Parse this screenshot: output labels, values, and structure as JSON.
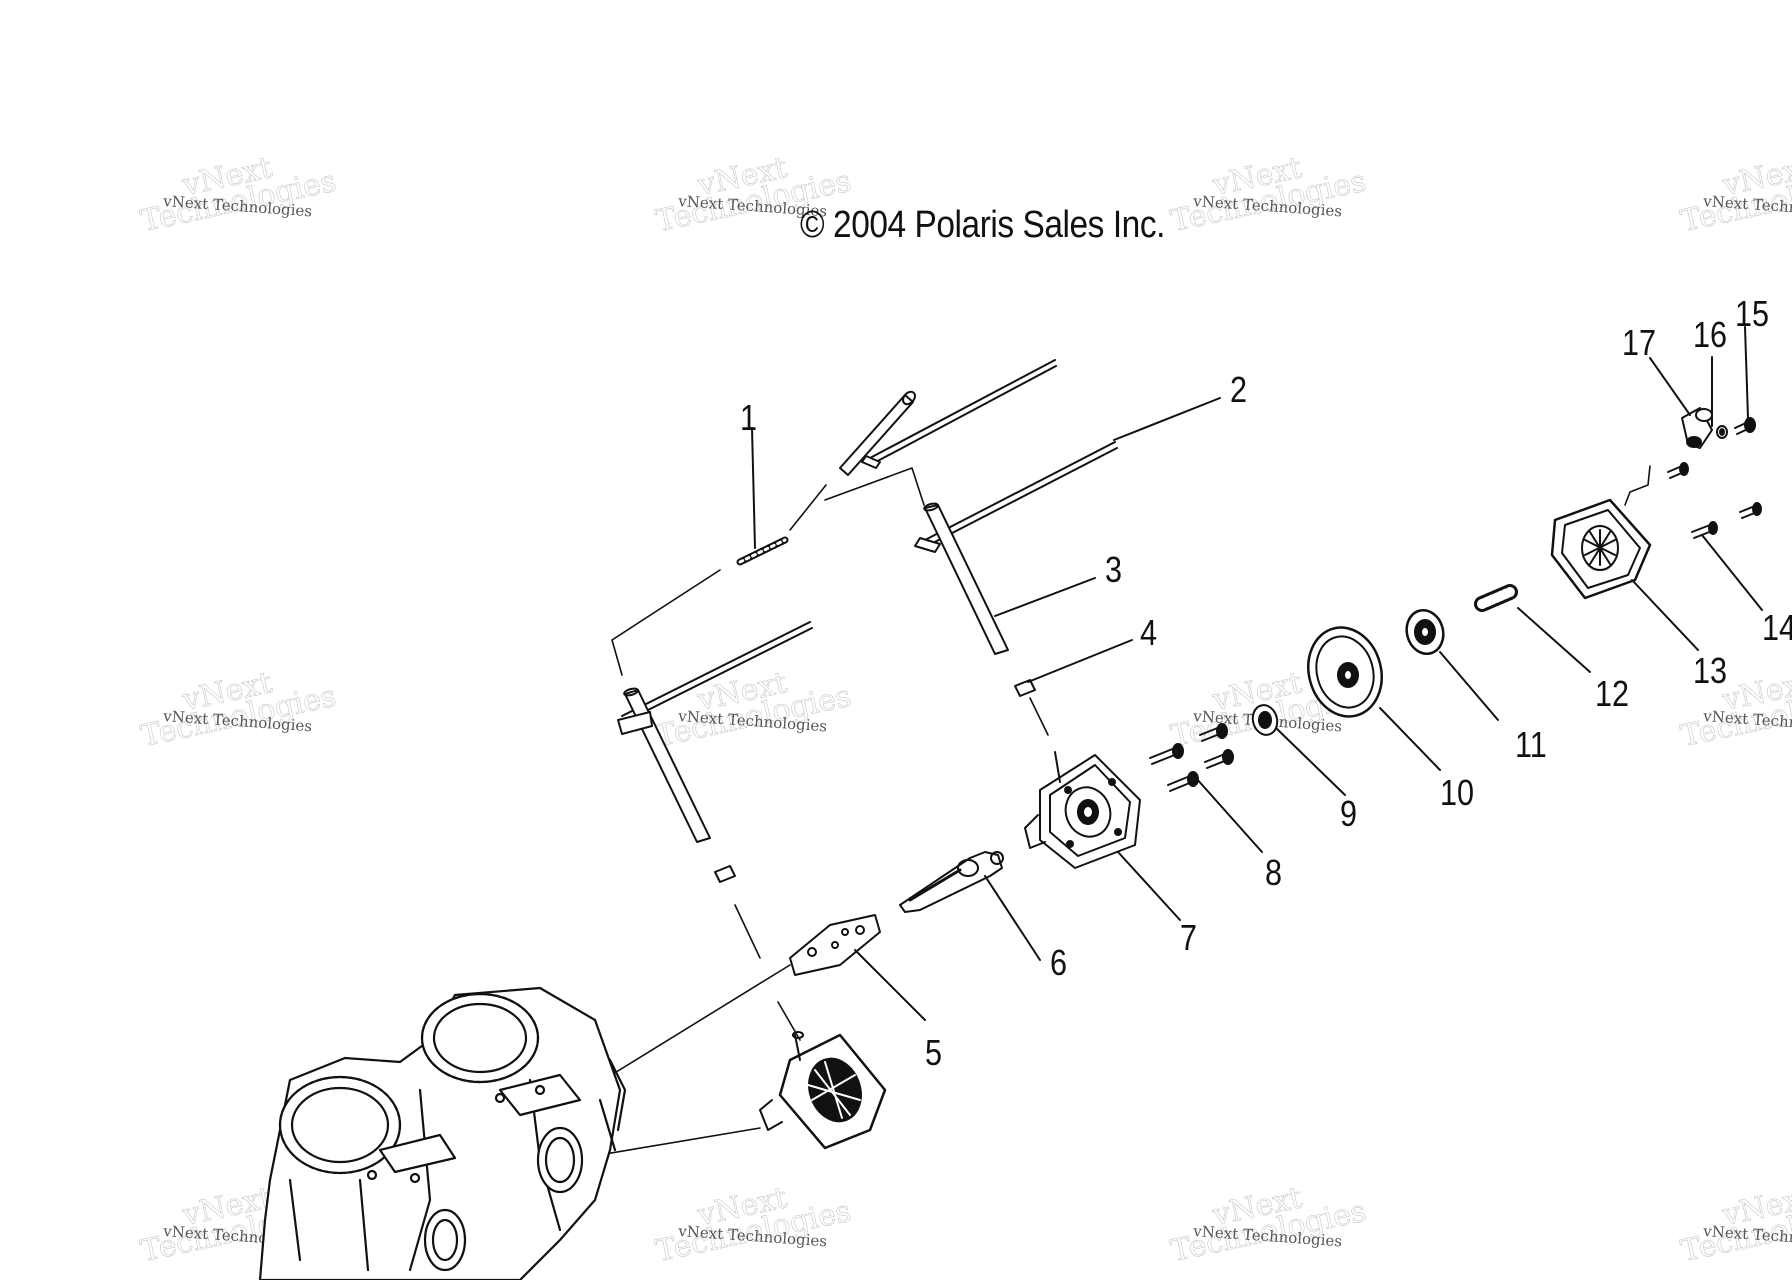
{
  "copyright": "© 2004 Polaris Sales Inc.",
  "watermark": {
    "large_line1": "vNext",
    "large_line2": "Technologies",
    "small": "vNext Technologies"
  },
  "callouts": [
    "1",
    "2",
    "3",
    "4",
    "5",
    "6",
    "7",
    "8",
    "9",
    "10",
    "11",
    "12",
    "13",
    "14",
    "15",
    "16",
    "17"
  ]
}
